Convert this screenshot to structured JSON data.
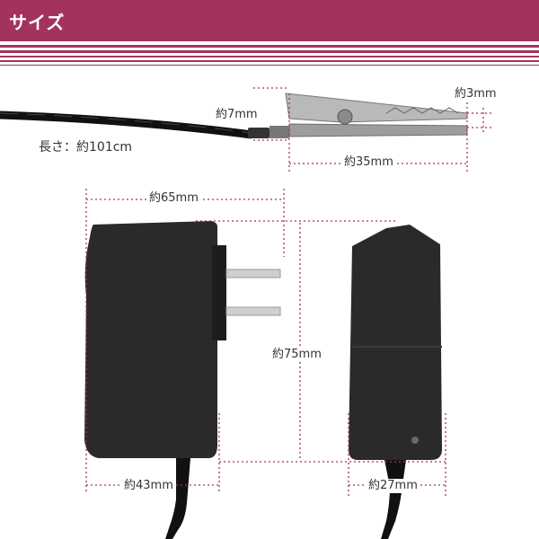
{
  "header": {
    "title": "サイズ"
  },
  "dimensions": {
    "cable_length": "長さ：約101cm",
    "clip_height": "約7mm",
    "clip_tip": "約3mm",
    "clip_length": "約35mm",
    "adapter_width": "約65mm",
    "adapter_height": "約75mm",
    "adapter_depth": "約43mm",
    "adapter_front_width": "約27mm"
  },
  "colors": {
    "header": "#a3335c",
    "guide": "#a3335c",
    "device": "#222222"
  }
}
